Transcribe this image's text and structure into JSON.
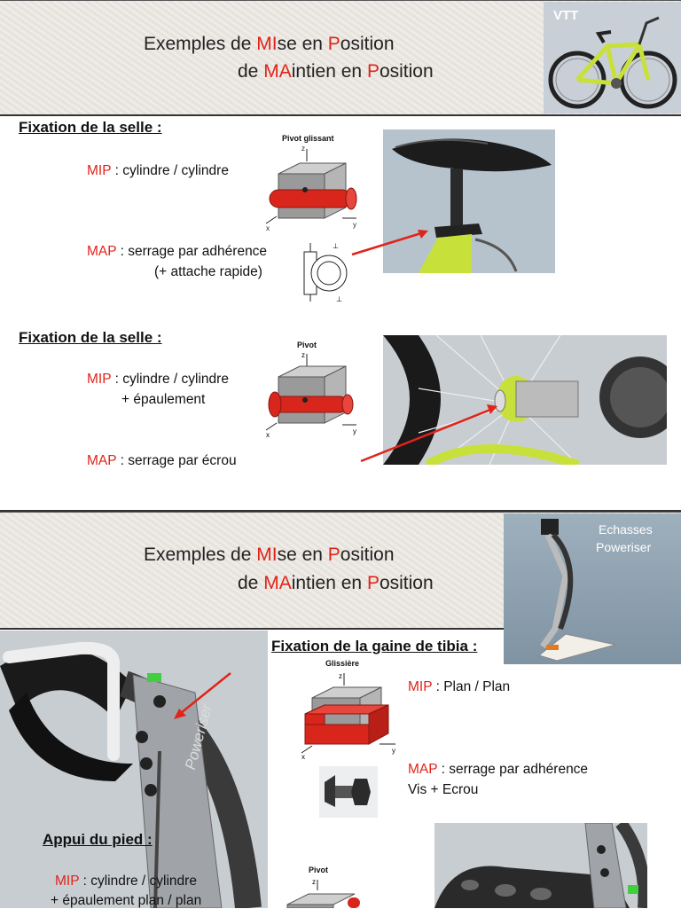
{
  "slide1": {
    "title_line1": {
      "a": "Exemples de ",
      "b": "MI",
      "c": "se en ",
      "d": "P",
      "e": "osition"
    },
    "title_line2": {
      "a": "de ",
      "b": "MA",
      "c": "intien en ",
      "d": "P",
      "e": "osition"
    },
    "photo_label": "VTT",
    "section1": {
      "heading": "Fixation de la selle :",
      "diagram_label": "Pivot glissant",
      "mip_key": "MIP",
      "mip_text": " : cylindre / cylindre",
      "map_key": "MAP",
      "map_text": " : serrage par adhérence",
      "map_text2": "(+ attache rapide)"
    },
    "section2": {
      "heading": "Fixation de la selle :",
      "diagram_label": "Pivot",
      "mip_key": "MIP",
      "mip_text": " : cylindre / cylindre",
      "mip_text2": "+ épaulement",
      "map_key": "MAP",
      "map_text": " : serrage par écrou"
    }
  },
  "slide2": {
    "title_line1": {
      "a": "Exemples de ",
      "b": "MI",
      "c": "se en ",
      "d": "P",
      "e": "osition"
    },
    "title_line2": {
      "a": "de ",
      "b": "MA",
      "c": "intien en ",
      "d": "P",
      "e": "osition"
    },
    "photo_label_1": "Echasses",
    "photo_label_2": "Poweriser",
    "brand_text": "Poweriser",
    "section1": {
      "heading": "Fixation de la gaine de tibia :",
      "diagram_label": "Glissière",
      "mip_key": "MIP",
      "mip_text": " : Plan / Plan",
      "map_key": "MAP",
      "map_text": " : serrage par adhérence",
      "map_text2": "Vis + Ecrou"
    },
    "section2": {
      "heading": "Appui du pied :",
      "diagram_label": "Pivot",
      "mip_key": "MIP",
      "mip_text": " : cylindre / cylindre",
      "mip_text2": "+ épaulement plan / plan"
    }
  },
  "colors": {
    "accent_red": "#e0241b",
    "bike_frame": "#c8e03a",
    "part_red": "#d9261c"
  }
}
